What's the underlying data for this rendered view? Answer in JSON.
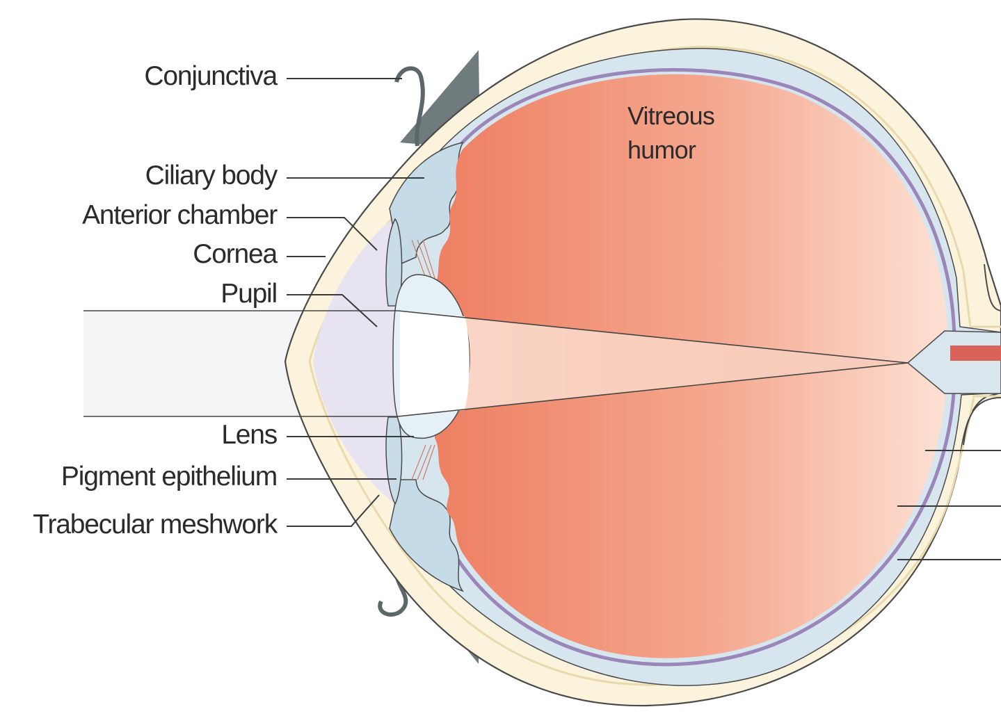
{
  "labels": {
    "conjunctiva": "Conjunctiva",
    "ciliary_body": "Ciliary body",
    "anterior_chamber": "Anterior chamber",
    "cornea": "Cornea",
    "pupil": "Pupil",
    "lens": "Lens",
    "pigment_epithelium": "Pigment epithelium",
    "trabecular_meshwork": "Trabecular meshwork",
    "vitreous_line1": "Vitreous",
    "vitreous_line2": "humor"
  },
  "colors": {
    "sclera": "#fbf1d6",
    "sclera_outline": "#4a4a4a",
    "choroid": "#d8e6ee",
    "retina_line": "#9a86b8",
    "vitreous_inner": "#ef8a6e",
    "vitreous_outer": "#fbd8c9",
    "ciliary": "#c9dde8",
    "anterior_chamber": "#e4e0ee",
    "lens": "#e8f2f6",
    "eyelid": "#7d8a8c",
    "optic_nerve_vessel": "#d9625a"
  }
}
